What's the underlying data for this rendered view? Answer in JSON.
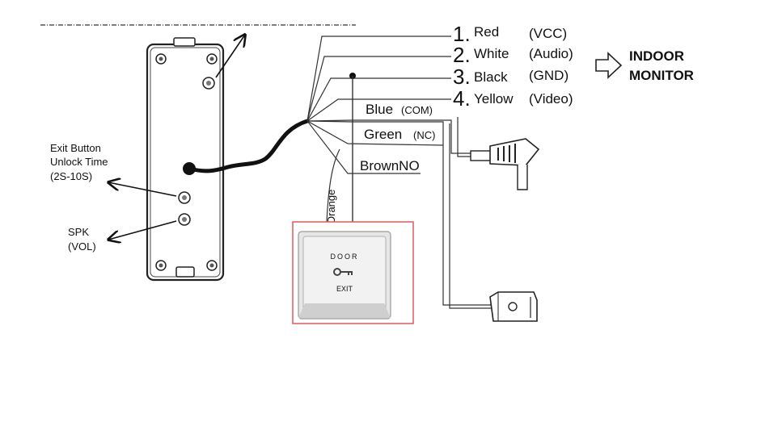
{
  "wires": [
    {
      "num": "1.",
      "color": "Red",
      "signal": "(VCC)"
    },
    {
      "num": "2.",
      "color": "White",
      "signal": "(Audio)"
    },
    {
      "num": "3.",
      "color": "Black",
      "signal": "(GND)"
    },
    {
      "num": "4.",
      "color": "Yellow",
      "signal": "(Video)"
    }
  ],
  "indoor_monitor": {
    "line1": "INDOOR",
    "line2": "MONITOR"
  },
  "lock_wires": {
    "blue": {
      "name": "Blue",
      "suffix": "(COM)"
    },
    "green": {
      "name": "Green",
      "suffix": "(NC)"
    },
    "brown": {
      "name": "BrownNO"
    }
  },
  "orange_label": "Orange",
  "exit_button": {
    "line1": "Exit Button",
    "line2": "Unlock Time",
    "line3": "(2S-10S)"
  },
  "spk": {
    "line1": "SPK",
    "line2": "(VOL)"
  },
  "door_switch": {
    "top": "DOOR",
    "bottom": "EXIT",
    "highlight_color": "#e05a5a"
  }
}
